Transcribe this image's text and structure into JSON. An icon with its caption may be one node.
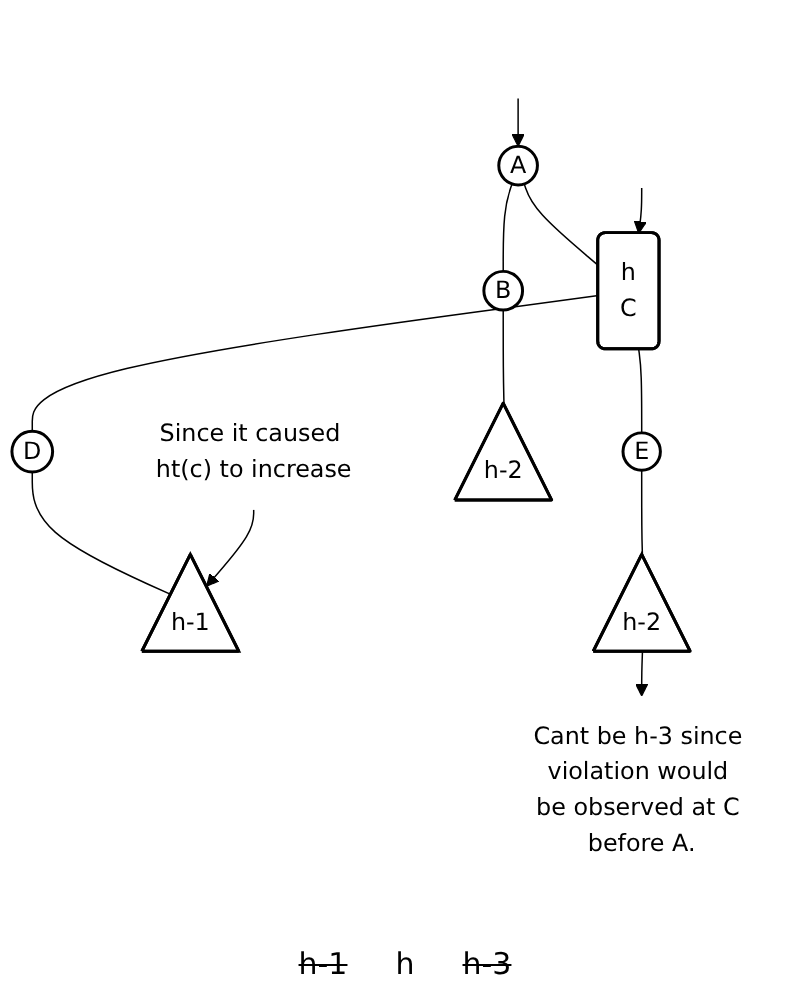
{
  "diagram": {
    "nodes": [
      {
        "text": [
          "A"
        ]
      },
      {
        "text": [
          "B"
        ]
      },
      {
        "text": [
          "h",
          "C"
        ]
      },
      {
        "text": [
          "D"
        ]
      },
      {
        "text": [
          "E"
        ]
      },
      {
        "text": [
          "h-2"
        ]
      },
      {
        "text": [
          "h-1"
        ]
      },
      {
        "text": [
          "h-2"
        ]
      },
      {
        "text": [
          "Since it caused ht(c) to increase"
        ]
      },
      {
        "text": [
          "Cant be h-3 since violation would be observed at C before A."
        ]
      }
    ],
    "edges": [
      {
        "from": null,
        "to": 0,
        "arrow": "to"
      },
      {
        "from": 0,
        "to": 1,
        "arrow": "none"
      },
      {
        "from": 0,
        "to": 2,
        "arrow": "none"
      },
      {
        "from": 1,
        "to": 5,
        "arrow": "none"
      },
      {
        "from": 2,
        "to": 3,
        "arrow": "none"
      },
      {
        "from": 2,
        "to": 4,
        "arrow": "none"
      },
      {
        "from": 3,
        "to": 6,
        "arrow": "none"
      },
      {
        "from": 4,
        "to": 7,
        "arrow": "none"
      },
      {
        "from": 8,
        "to": 6,
        "arrow": "to"
      },
      {
        "from": 7,
        "to": 9,
        "arrow": "to"
      },
      {
        "from": null,
        "to": 2,
        "arrow": "to"
      }
    ],
    "labels": [
      "h-1",
      "h",
      "h-3"
    ]
  }
}
